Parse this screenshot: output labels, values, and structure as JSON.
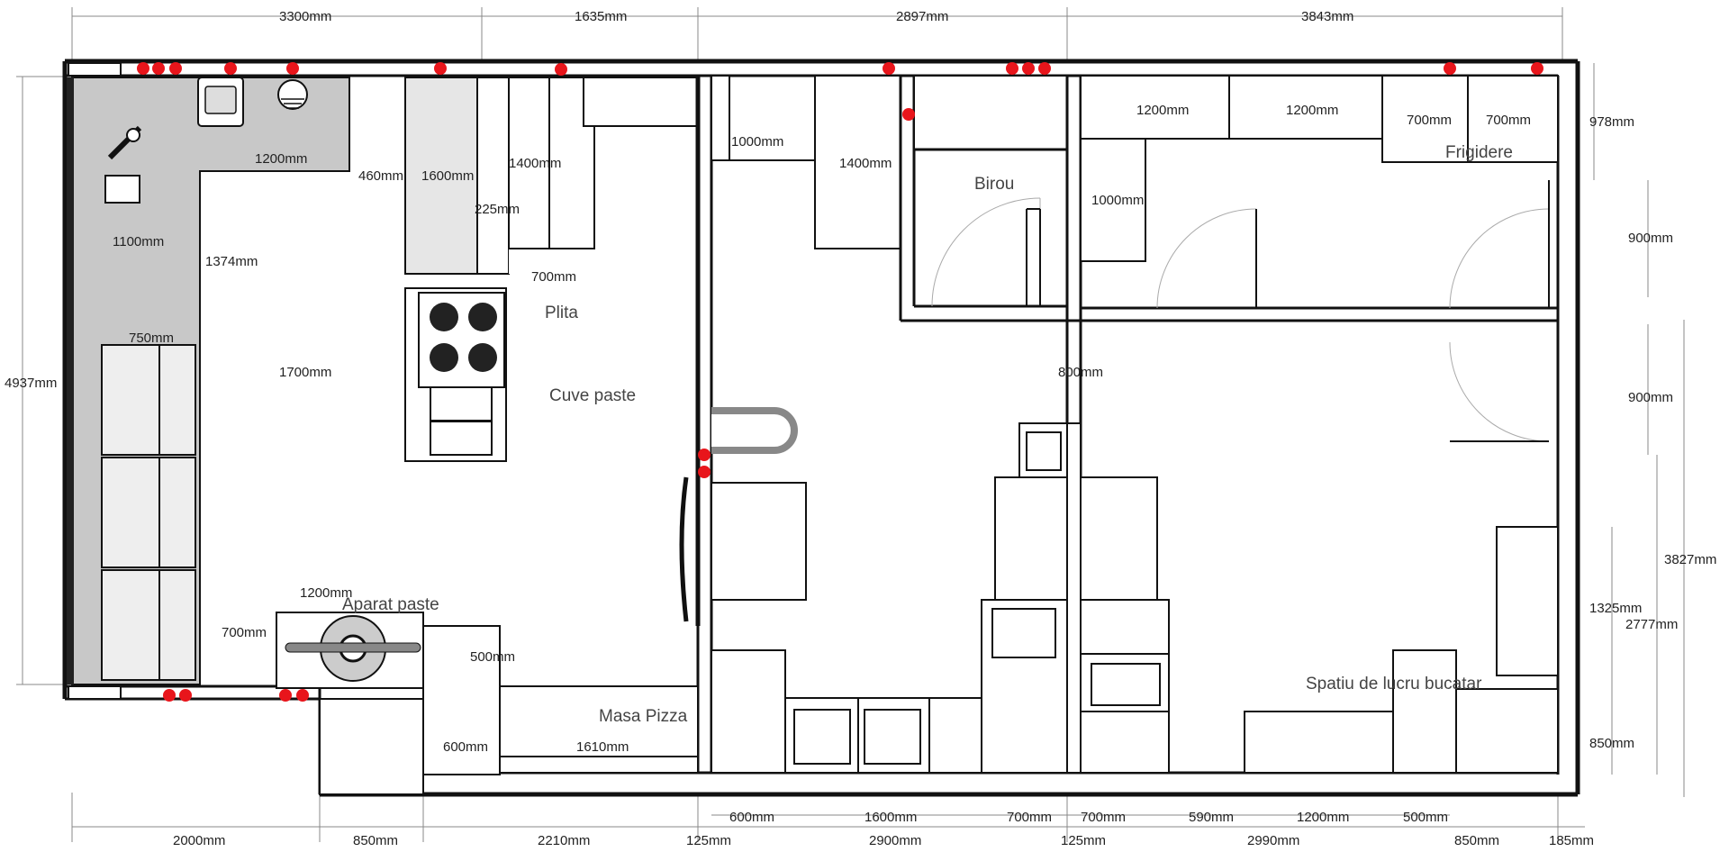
{
  "dimensions": {
    "top": [
      "3300mm",
      "1635mm",
      "2897mm",
      "3843mm"
    ],
    "bottom": [
      "2000mm",
      "850mm",
      "2210mm",
      "125mm",
      "2900mm",
      "125mm",
      "2990mm",
      "850mm",
      "185mm"
    ],
    "bottom_inner": [
      "600mm",
      "1600mm",
      "700mm",
      "700mm",
      "590mm",
      "1200mm",
      "500mm"
    ],
    "left_total": "4937mm",
    "right": [
      "978mm",
      "900mm",
      "900mm",
      "3827mm",
      "1325mm",
      "2777mm",
      "850mm"
    ],
    "interior": {
      "d1200a": "1200mm",
      "d460": "460mm",
      "d1600": "1600mm",
      "d1400a": "1400mm",
      "d225": "225mm",
      "d1100": "1100mm",
      "d1374": "1374mm",
      "d700a": "700mm",
      "d750": "750mm",
      "d1700": "1700mm",
      "d1000a": "1000mm",
      "d1400b": "1400mm",
      "d1200b": "1200mm",
      "d1200c": "1200mm",
      "d700b": "700mm",
      "d700c": "700mm",
      "d1000b": "1000mm",
      "d800": "800mm",
      "d1200d": "1200mm",
      "d700d": "700mm",
      "d500": "500mm",
      "d600": "600mm",
      "d1610": "1610mm"
    }
  },
  "labels": {
    "plita": "Plita",
    "cuve_paste": "Cuve paste",
    "birou": "Birou",
    "frigidere": "Frigidere",
    "aparat_paste": "Aparat paste",
    "masa_pizza": "Masa Pizza",
    "spatiu_lucru": "Spatiu de lucru bucatar"
  },
  "colors": {
    "wall": "#111111",
    "counter_fill": "#c8c8c8",
    "marker": "#e8151b"
  }
}
